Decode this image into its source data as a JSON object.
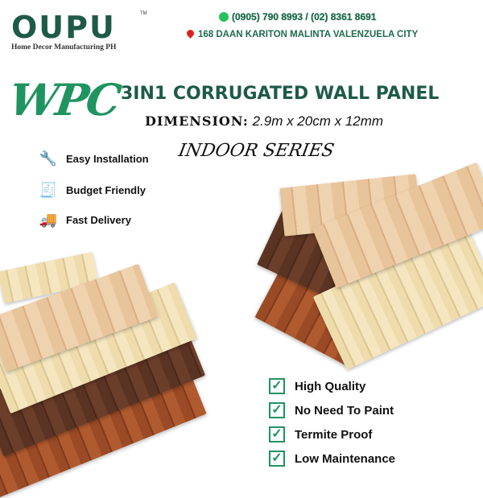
{
  "brand": {
    "logo_text": "OUPU",
    "trademark": "TM",
    "tagline": "Home Decor Manufacturing PH"
  },
  "contact": {
    "phone": "(0905) 790 8993 / (02) 8361 8691",
    "address": "168 DAAN KARITON MALINTA VALENZUELA CITY"
  },
  "headline": {
    "wpc": "WPC",
    "title": "3IN1 CORRUGATED WALL PANEL",
    "dimension_label": "DIMENSION:",
    "dimension_value": "2.9m x 20cm x 12mm",
    "series": "INDOOR SERIES"
  },
  "features": [
    {
      "icon": "tools-icon",
      "label": "Easy Installation"
    },
    {
      "icon": "budget-icon",
      "label": "Budget Friendly"
    },
    {
      "icon": "truck-icon",
      "label": "Fast Delivery"
    }
  ],
  "qualities": [
    "High Quality",
    "No Need To Paint",
    "Termite Proof",
    "Low Maintenance"
  ],
  "colors": {
    "brand_green": "#1f5a48",
    "accent_green": "#1f9460"
  }
}
